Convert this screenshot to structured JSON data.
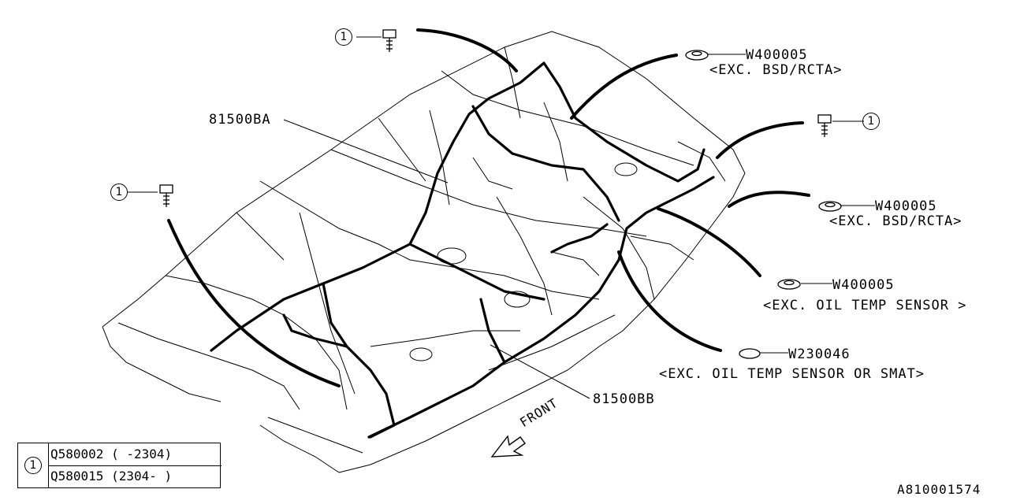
{
  "part_labels": {
    "harness_a": "81500BA",
    "harness_b": "81500BB"
  },
  "callouts": [
    {
      "part": "W400005",
      "note": "<EXC. BSD/RCTA>"
    },
    {
      "part": "W400005",
      "note": "<EXC. BSD/RCTA>"
    },
    {
      "part": "W400005",
      "note": "<EXC. OIL TEMP SENSOR >"
    },
    {
      "part": "W230046",
      "note": "<EXC. OIL TEMP SENSOR OR SMAT>"
    }
  ],
  "bolt_ref": "1",
  "front_label": "FRONT",
  "legend": {
    "ref": "1",
    "rows": [
      "Q580002 ( -2304)",
      "Q580015 (2304- )"
    ]
  },
  "diagram_id": "A810001574"
}
